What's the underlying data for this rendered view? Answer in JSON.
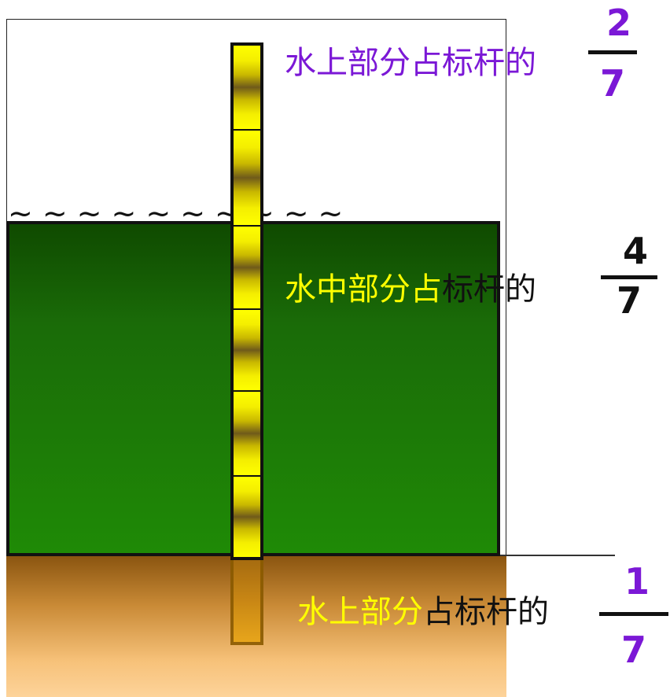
{
  "labels": {
    "top": {
      "segments": [
        {
          "text": "水上部分占标杆的",
          "color": "#7b18d6"
        }
      ]
    },
    "middle": {
      "segments": [
        {
          "text": "水中部分占",
          "color": "#ffff00"
        },
        {
          "text": "标杆的",
          "color": "#111111"
        }
      ]
    },
    "bottom": {
      "segments": [
        {
          "text": "水上部分",
          "color": "#ffff00"
        },
        {
          "text": "占标杆的",
          "color": "#111111"
        }
      ]
    }
  },
  "fractions": {
    "top": {
      "numerator": "2",
      "denominator": "7",
      "color": "#7b18d6"
    },
    "middle": {
      "numerator": "4",
      "denominator": "7",
      "color": "#111111"
    },
    "bottom": {
      "numerator": "1",
      "denominator": "7",
      "color": "#7b18d6"
    }
  },
  "waves": "~~~~~~~~~~",
  "colors": {
    "water": "#1f8a06",
    "ground": "#f7c27a",
    "rod": "#ffff00"
  }
}
